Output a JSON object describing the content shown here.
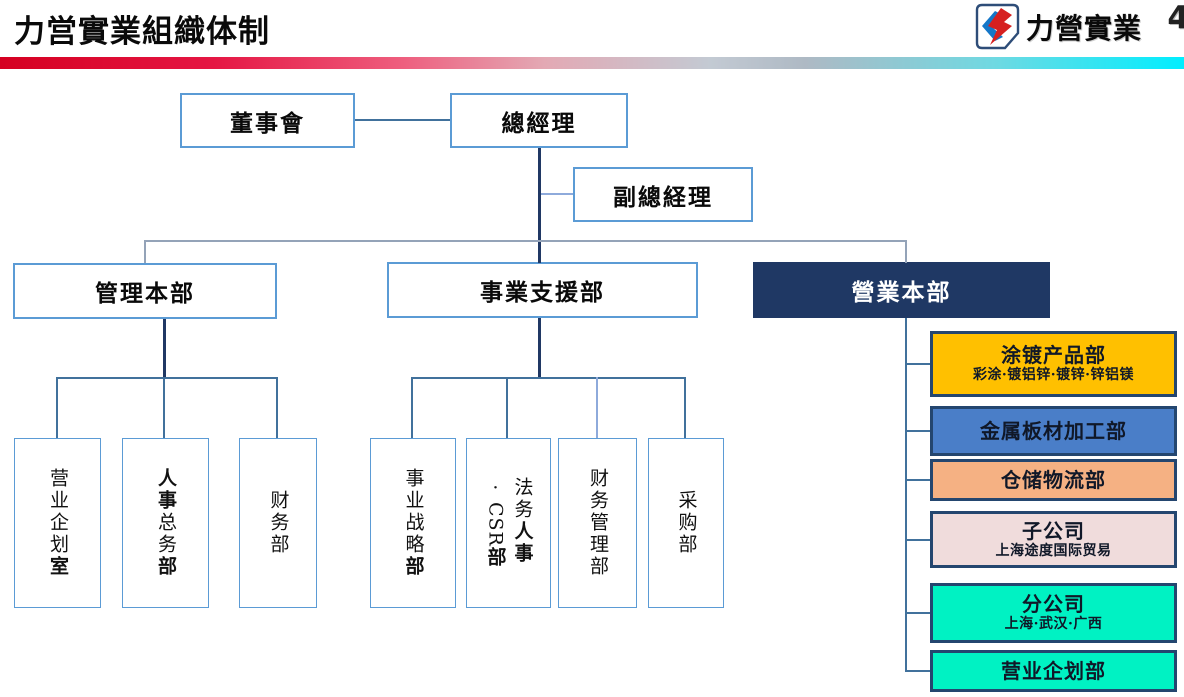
{
  "header": {
    "title": "力営實業組織体制",
    "logo": {
      "company": "力營實業",
      "badge_icon": "cy-logo-badge"
    },
    "page_number": "4",
    "bar_colors": [
      "#d50021",
      "#e3a9b4",
      "#c3cad3",
      "#00eeff"
    ]
  },
  "org": {
    "board": "董事會",
    "general_manager": "總經理",
    "deputy_general_manager": "副總経理",
    "management": {
      "label": "管理本部",
      "children": [
        {
          "name": "营业企划室",
          "segments": [
            {
              "t": "营业企划"
            },
            {
              "t": "室",
              "b": true
            }
          ]
        },
        {
          "name": "人事总务部",
          "segments": [
            {
              "t": "人事",
              "b": true
            },
            {
              "t": "总务"
            },
            {
              "t": "部",
              "b": true
            }
          ]
        },
        {
          "name": "财务部",
          "segments": [
            {
              "t": "财务部"
            }
          ]
        }
      ]
    },
    "support": {
      "label": "事業支援部",
      "children": [
        {
          "name": "事业战略部",
          "segments": [
            {
              "t": "事业战略"
            },
            {
              "t": "部",
              "b": true
            }
          ]
        },
        {
          "name": "法务人事·CSR部",
          "segments": [
            {
              "t": "法务"
            },
            {
              "t": "人事",
              "b": true
            },
            {
              "br": true
            },
            {
              "t": "·"
            },
            {
              "t": "CSR",
              "latin": true
            },
            {
              "t": "部",
              "b": true
            }
          ]
        },
        {
          "name": "财务管理部",
          "segments": [
            {
              "t": "财务管理部"
            }
          ]
        },
        {
          "name": "采购部",
          "segments": [
            {
              "t": "采购部"
            }
          ]
        }
      ]
    },
    "sales": {
      "label": "營業本部",
      "label_bg": "#1f3864",
      "children": [
        {
          "name": "涂镀产品部",
          "title_segments": [
            {
              "t": "涂镀产品"
            },
            {
              "t": "部",
              "b": true
            }
          ],
          "subtitle": "彩涂·镀铝锌·镀锌·锌铝镁",
          "fill": "#FFC000"
        },
        {
          "name": "金属板材加工部",
          "title_segments": [
            {
              "t": "金属板材加工"
            },
            {
              "t": "部",
              "b": true
            }
          ],
          "fill": "#4A7EC8"
        },
        {
          "name": "仓储物流部",
          "title_segments": [
            {
              "t": "仓储物流"
            },
            {
              "t": "部",
              "b": true
            }
          ],
          "fill": "#F5B183"
        },
        {
          "name": "子公司",
          "title_segments": [
            {
              "t": "子公司",
              "b": true
            }
          ],
          "subtitle": "上海途度国际贸易",
          "fill": "#F0DCDC"
        },
        {
          "name": "分公司",
          "title_segments": [
            {
              "t": "分公司",
              "b": true
            }
          ],
          "subtitle": "上海·武汉·广西",
          "fill": "#00F2C3"
        },
        {
          "name": "营业企划部",
          "title_segments": [
            {
              "t": "营业企划"
            },
            {
              "t": "部",
              "b": true
            }
          ],
          "fill": "#00F2C3"
        }
      ]
    }
  }
}
